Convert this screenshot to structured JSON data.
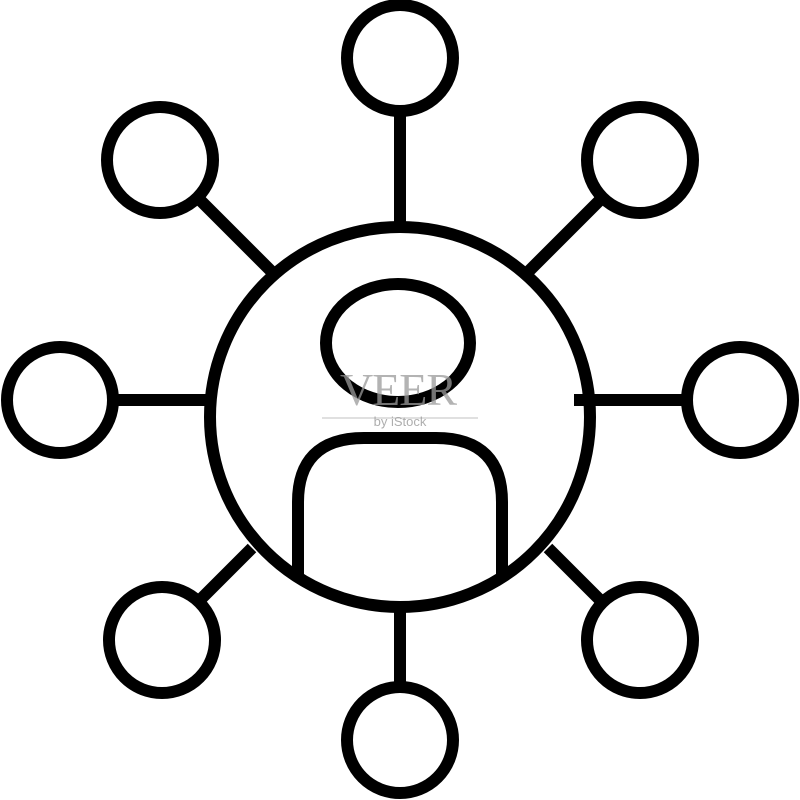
{
  "icon": {
    "name": "network-people-icon",
    "stroke_color": "#000000",
    "background_color": "#ffffff",
    "satellite_count": 8
  },
  "watermark": {
    "brand": "VEER",
    "tagline": "by iStock",
    "color": "#9a9a9a"
  }
}
